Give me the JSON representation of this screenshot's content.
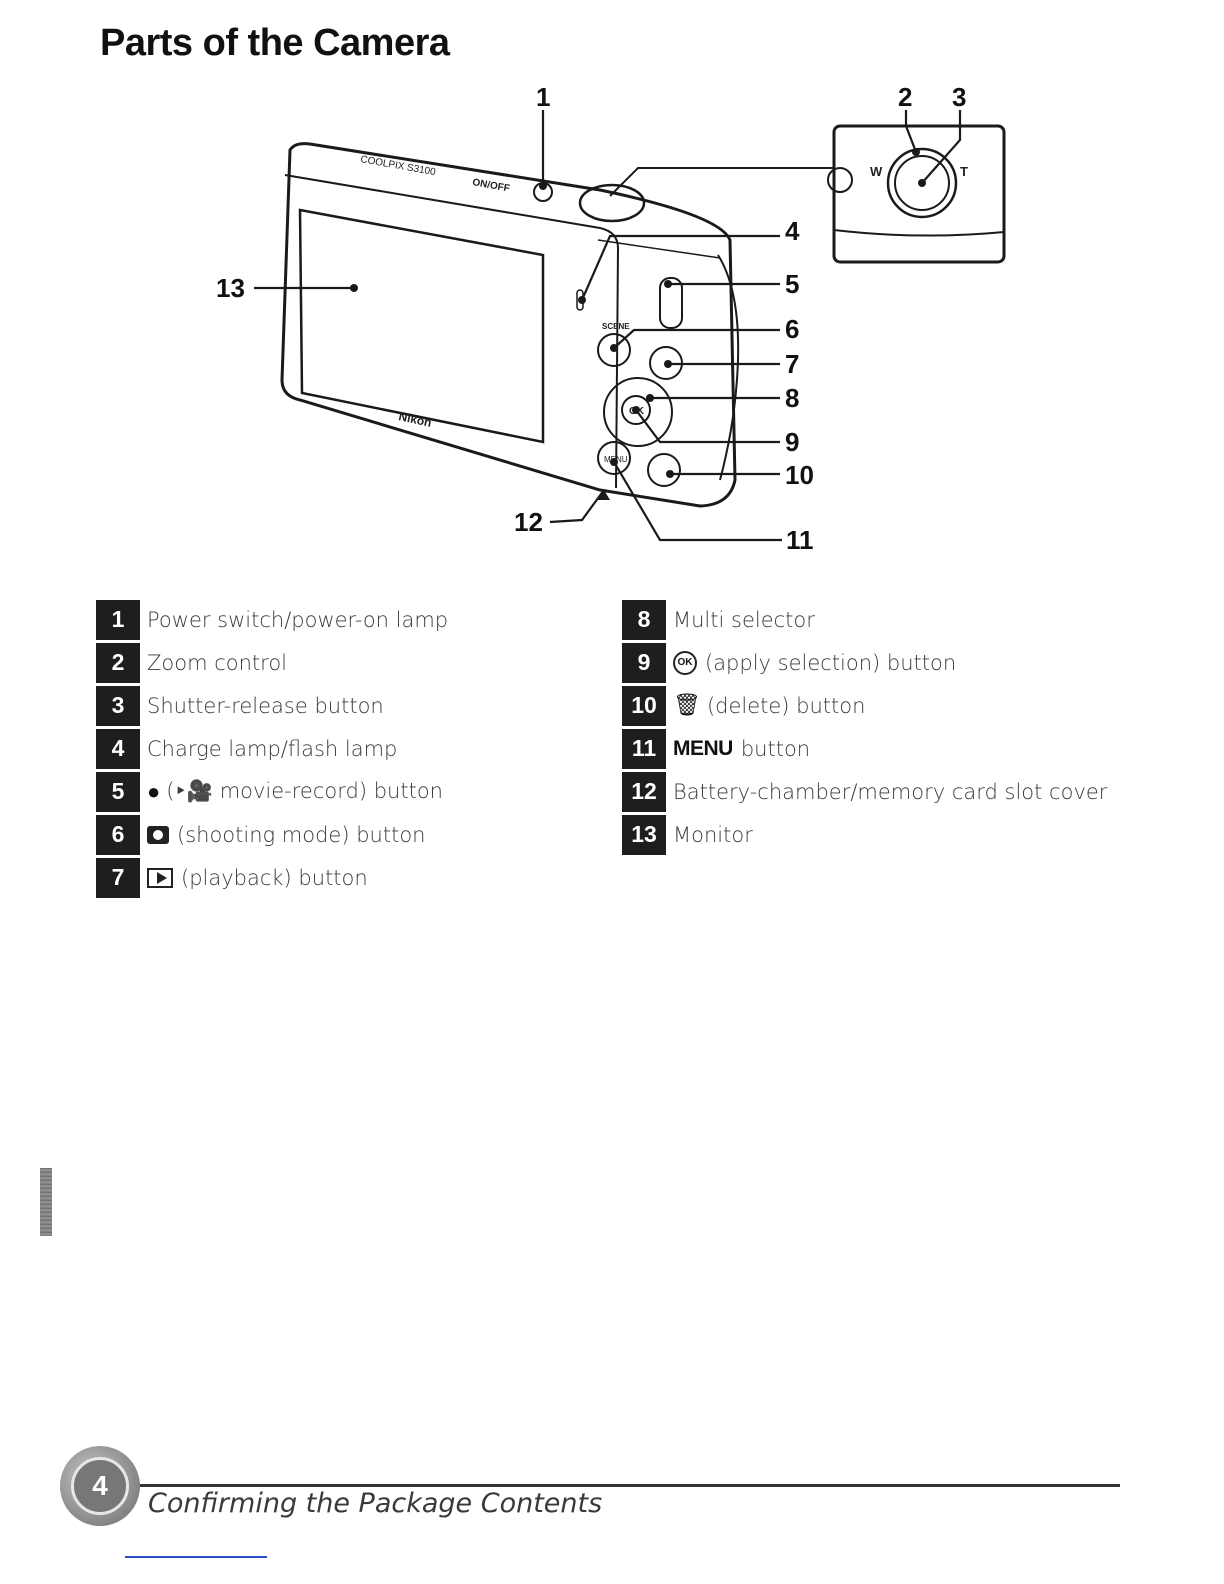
{
  "page": {
    "title": "Parts of the Camera",
    "page_number": "4",
    "footer_text": "Confirming the Package Contents"
  },
  "diagram": {
    "callouts": [
      "1",
      "2",
      "3",
      "4",
      "5",
      "6",
      "7",
      "8",
      "9",
      "10",
      "11",
      "12",
      "13"
    ],
    "camera_labels": {
      "model": "COOLPIX S3100",
      "onoff": "ON/OFF",
      "brand": "Nikon",
      "menu": "MENU",
      "ok": "OK",
      "scene": "SCENE",
      "w": "W",
      "t": "T"
    }
  },
  "legend": {
    "left": [
      {
        "num": "1",
        "symbol": "",
        "text": "Power switch/power-on lamp"
      },
      {
        "num": "2",
        "symbol": "",
        "text": "Zoom control"
      },
      {
        "num": "3",
        "symbol": "",
        "text": "Shutter-release button"
      },
      {
        "num": "4",
        "symbol": "",
        "text": "Charge lamp/flash lamp"
      },
      {
        "num": "5",
        "symbol": "●",
        "text": "(‣🎥 movie-record) button"
      },
      {
        "num": "6",
        "symbol": "camera-icon",
        "text": "(shooting mode) button"
      },
      {
        "num": "7",
        "symbol": "playback-icon",
        "text": "(playback) button"
      }
    ],
    "right": [
      {
        "num": "8",
        "symbol": "",
        "text": "Multi selector"
      },
      {
        "num": "9",
        "symbol": "OK",
        "text": "(apply selection) button"
      },
      {
        "num": "10",
        "symbol": "🗑",
        "text": "(delete) button"
      },
      {
        "num": "11",
        "symbol": "MENU",
        "text": "button"
      },
      {
        "num": "12",
        "symbol": "",
        "text": "Battery-chamber/memory card slot cover"
      },
      {
        "num": "13",
        "symbol": "",
        "text": "Monitor"
      }
    ]
  }
}
